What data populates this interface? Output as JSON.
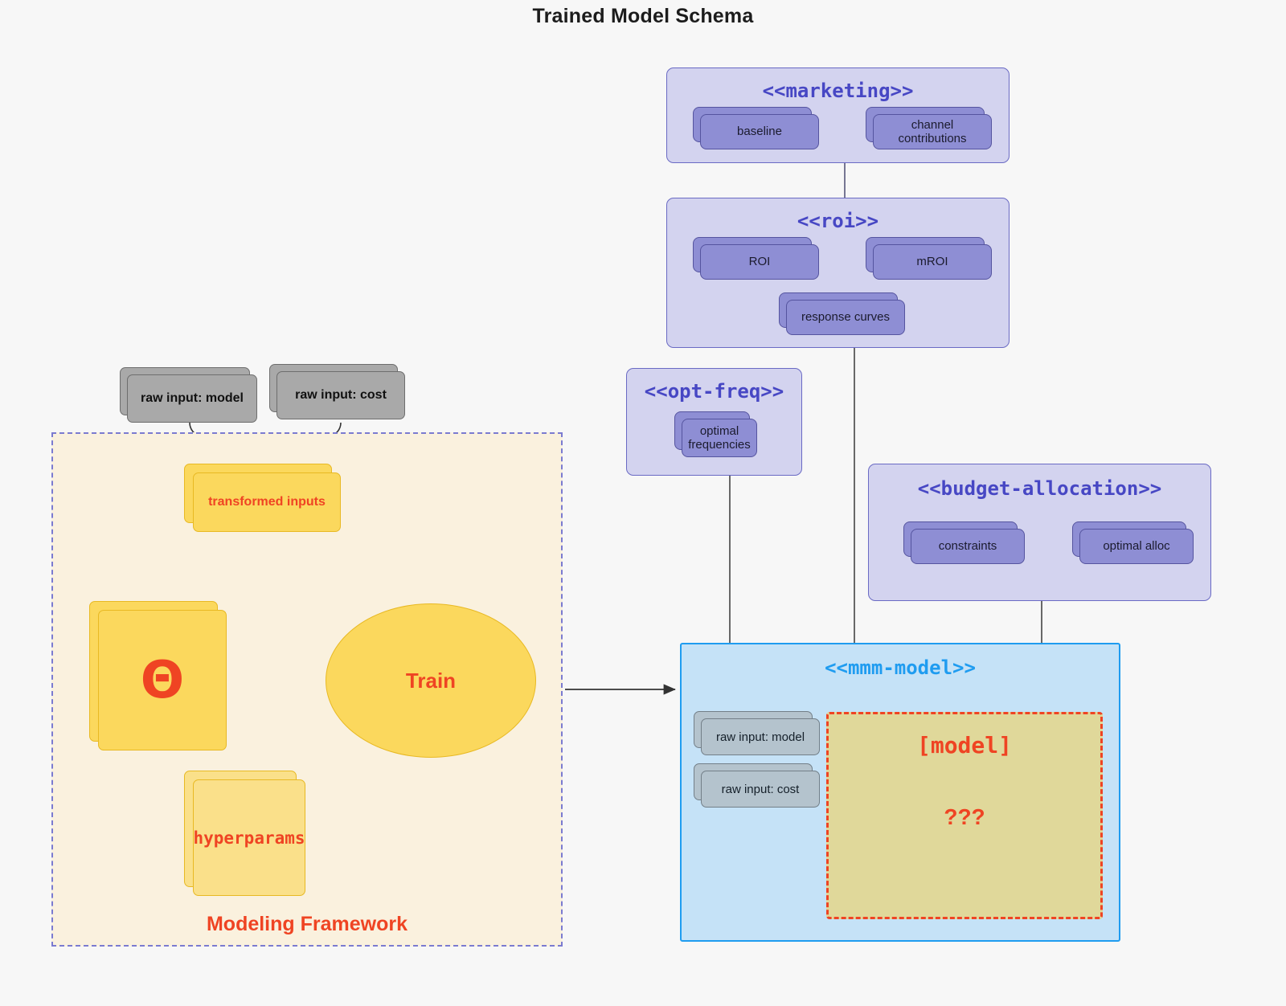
{
  "title": "Trained Model Schema",
  "packages": [
    {
      "name": "marketing",
      "title": "<<marketing>>",
      "notes": [
        {
          "label": "baseline"
        },
        {
          "label": "channel contributions"
        }
      ]
    },
    {
      "name": "roi",
      "title": "<<roi>>",
      "notes": [
        {
          "label": "ROI"
        },
        {
          "label": "mROI"
        },
        {
          "label": "response curves"
        }
      ]
    },
    {
      "name": "opt-freq",
      "title": "<<opt-freq>>",
      "notes": [
        {
          "label": "optimal frequencies"
        }
      ]
    },
    {
      "name": "budget-allocation",
      "title": "<<budget-allocation>>",
      "notes": [
        {
          "label": "constraints"
        },
        {
          "label": "optimal alloc"
        }
      ]
    }
  ],
  "raw_inputs": [
    {
      "label": "raw input: model"
    },
    {
      "label": "raw input: cost"
    }
  ],
  "modeling_framework": {
    "label": "Modeling Framework",
    "transformed_inputs": "transformed inputs",
    "theta": "Θ",
    "hyperparams": "hyperparams",
    "train": "Train"
  },
  "mmm_model": {
    "title": "<<mmm-model>>",
    "inputs": [
      {
        "label": "raw input: model"
      },
      {
        "label": "raw input: cost"
      }
    ],
    "model_label": "[model]",
    "model_unknown": "???"
  },
  "colors": {
    "background": "#f7f7f7",
    "package_fill": "#d3d3ef",
    "package_border": "#6a6ac4",
    "package_title": "#4747c4",
    "note_fill": "#8e8ed4",
    "note_border": "#55549f",
    "gray_note_fill": "#a9a9a9",
    "gray_note_border": "#6e6e6e",
    "blue_gray_note_fill": "#b4c3cd",
    "yellow_note_fill": "#fbd85d",
    "yellow_note_light": "#fae08a",
    "yellow_note_border": "#e8b923",
    "accent_red": "#ef4423",
    "framework_fill": "#faf1de",
    "framework_border": "#7b7bd0",
    "mmm_fill": "#c5e2f7",
    "mmm_border": "#1f9cf0",
    "model_fill": "#e0d89a"
  }
}
